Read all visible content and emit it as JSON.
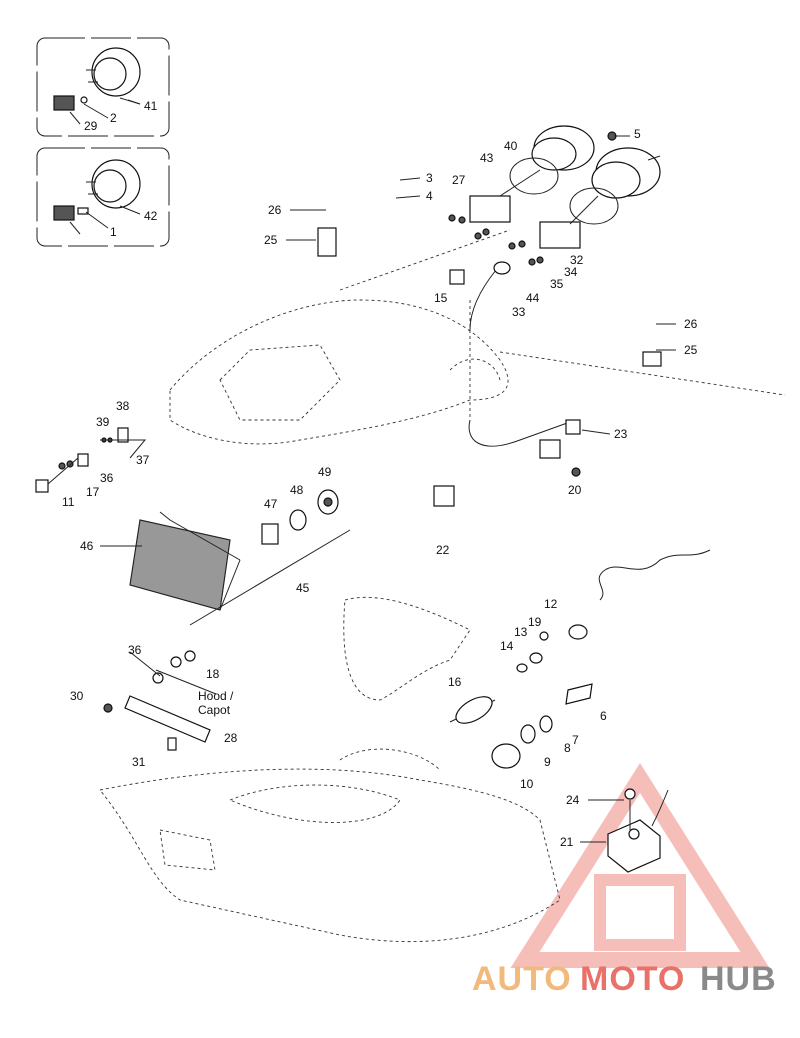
{
  "diagram": {
    "callouts": [
      "41",
      "29",
      "2",
      "42",
      "1",
      "5",
      "43",
      "40",
      "3",
      "4",
      "27",
      "26",
      "25",
      "32",
      "34",
      "35",
      "15",
      "44",
      "33",
      "26",
      "25",
      "38",
      "39",
      "37",
      "36",
      "17",
      "11",
      "23",
      "20",
      "49",
      "48",
      "47",
      "46",
      "22",
      "45",
      "12",
      "19",
      "13",
      "14",
      "16",
      "6",
      "7",
      "8",
      "9",
      "10",
      "36",
      "18",
      "Hood /",
      "Capot",
      "30",
      "28",
      "31",
      "24",
      "21"
    ]
  },
  "watermark": {
    "part1": "AUTO",
    "part2": "MOTO",
    "part3": "HUB",
    "colors": {
      "auto": "#f2b97c",
      "moto": "#e8716a",
      "hub": "#8a8a8a",
      "triangle": "#f08a80"
    }
  }
}
